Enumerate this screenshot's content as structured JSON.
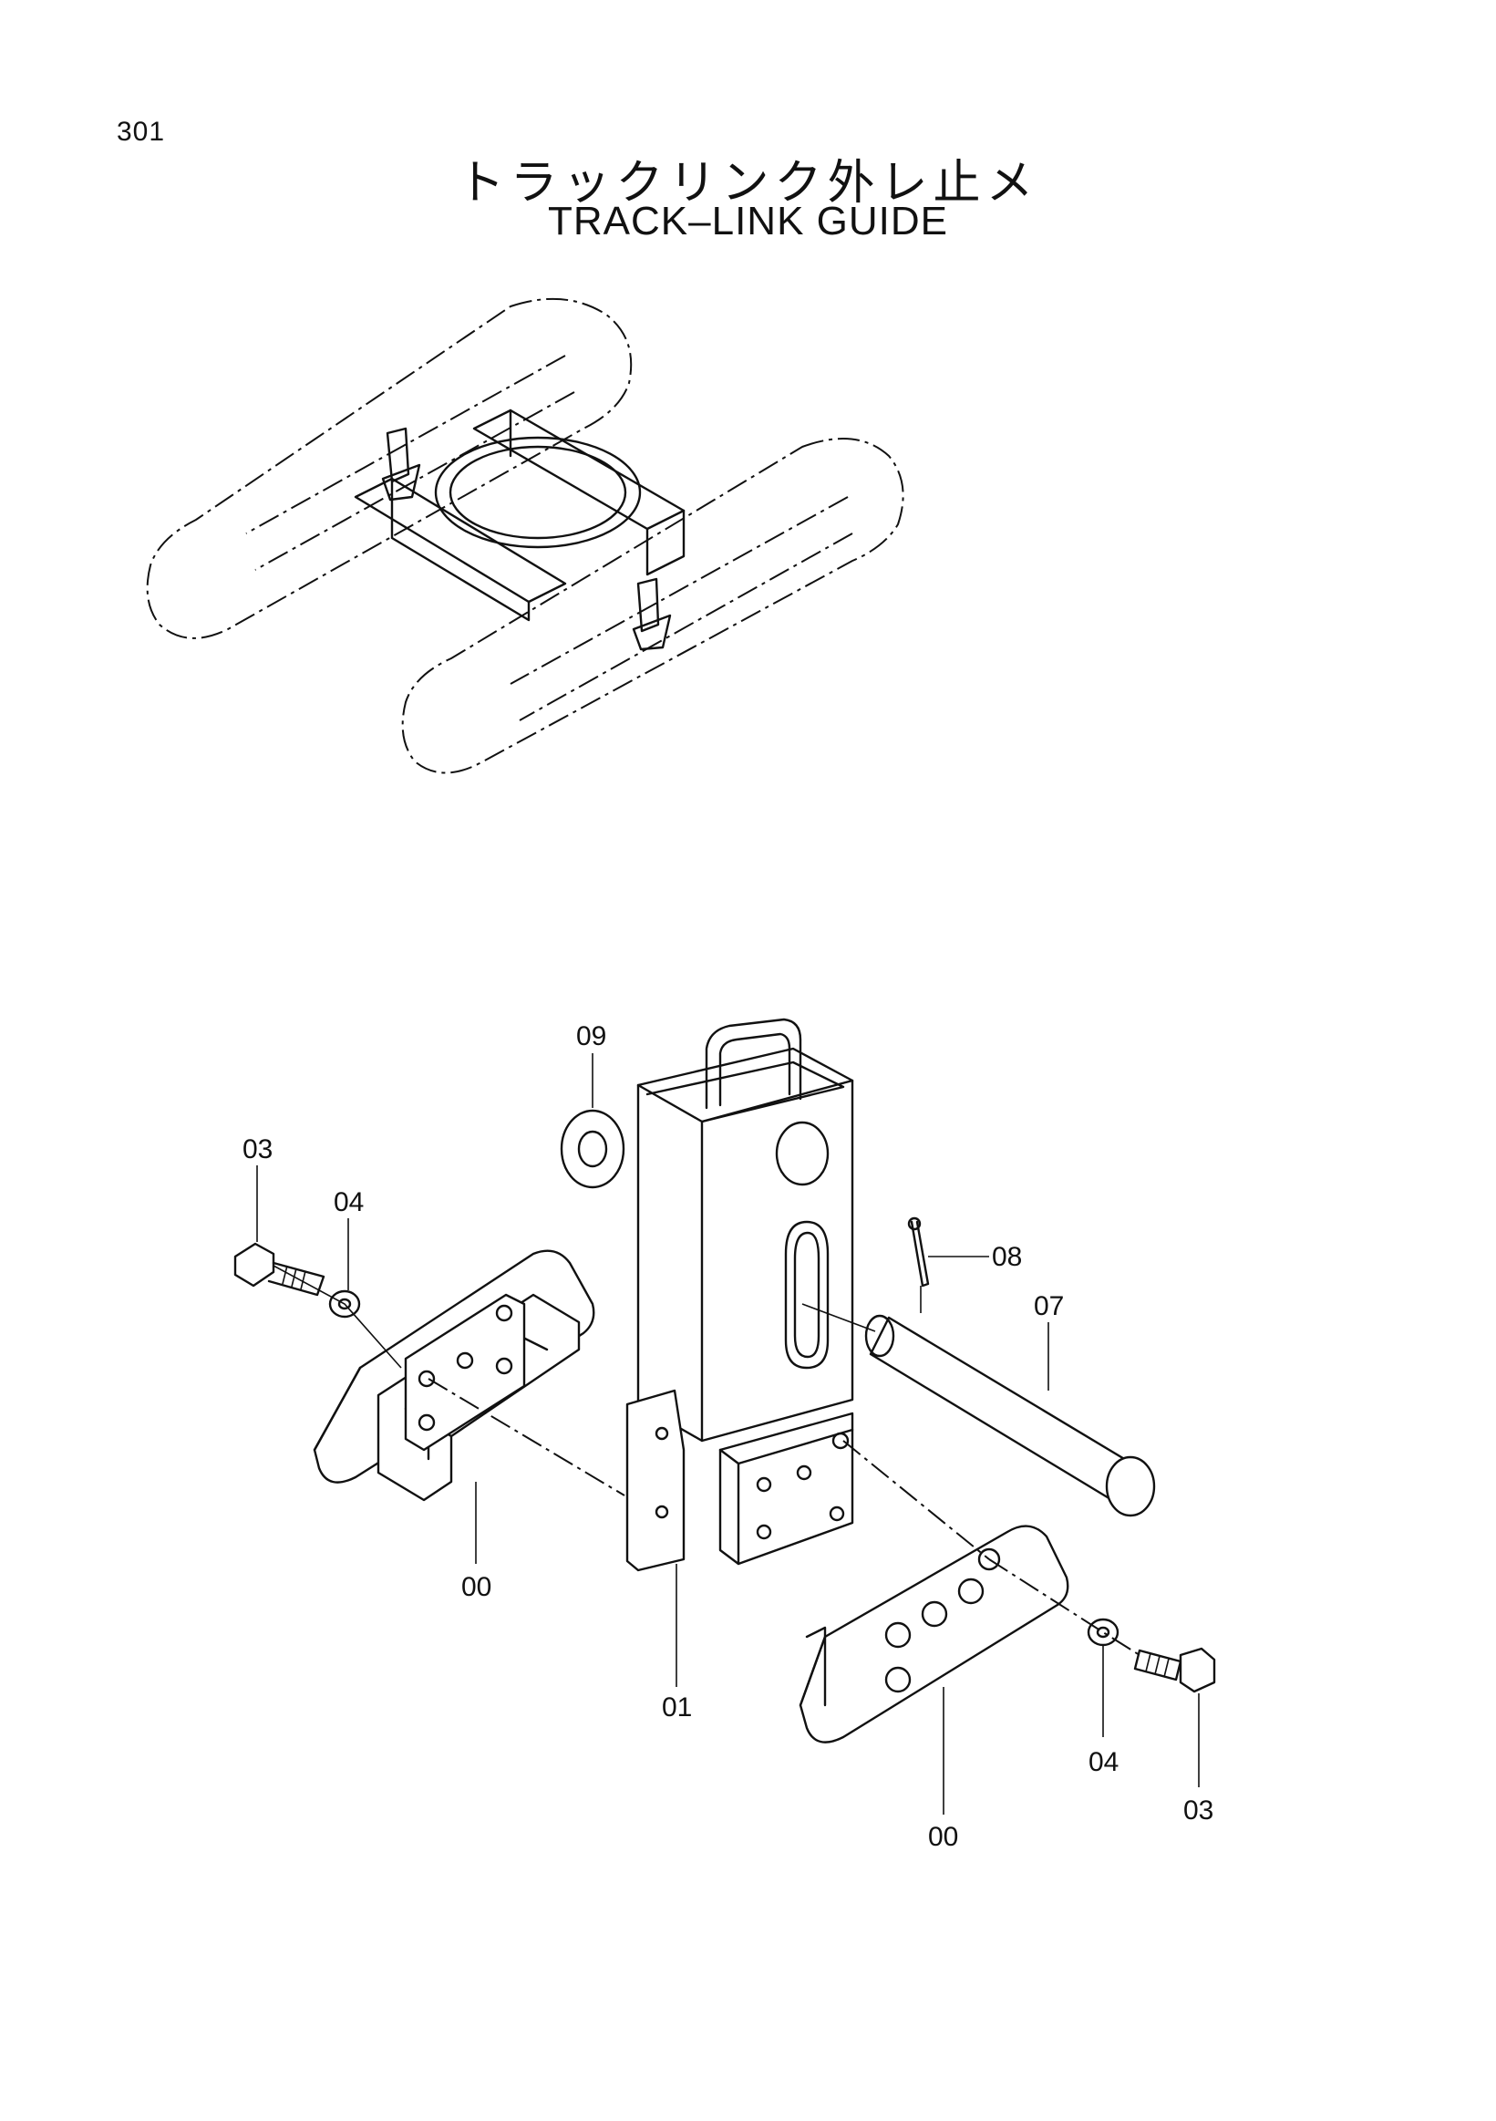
{
  "page": {
    "number": "301",
    "title_jp": "トラックリンク外レ止メ",
    "title_en": "TRACK–LINK  GUIDE"
  },
  "callouts": {
    "c09": "09",
    "c03a": "03",
    "c04a": "04",
    "c08": "08",
    "c07": "07",
    "c00a": "00",
    "c01": "01",
    "c04b": "04",
    "c00b": "00",
    "c03b": "03"
  }
}
